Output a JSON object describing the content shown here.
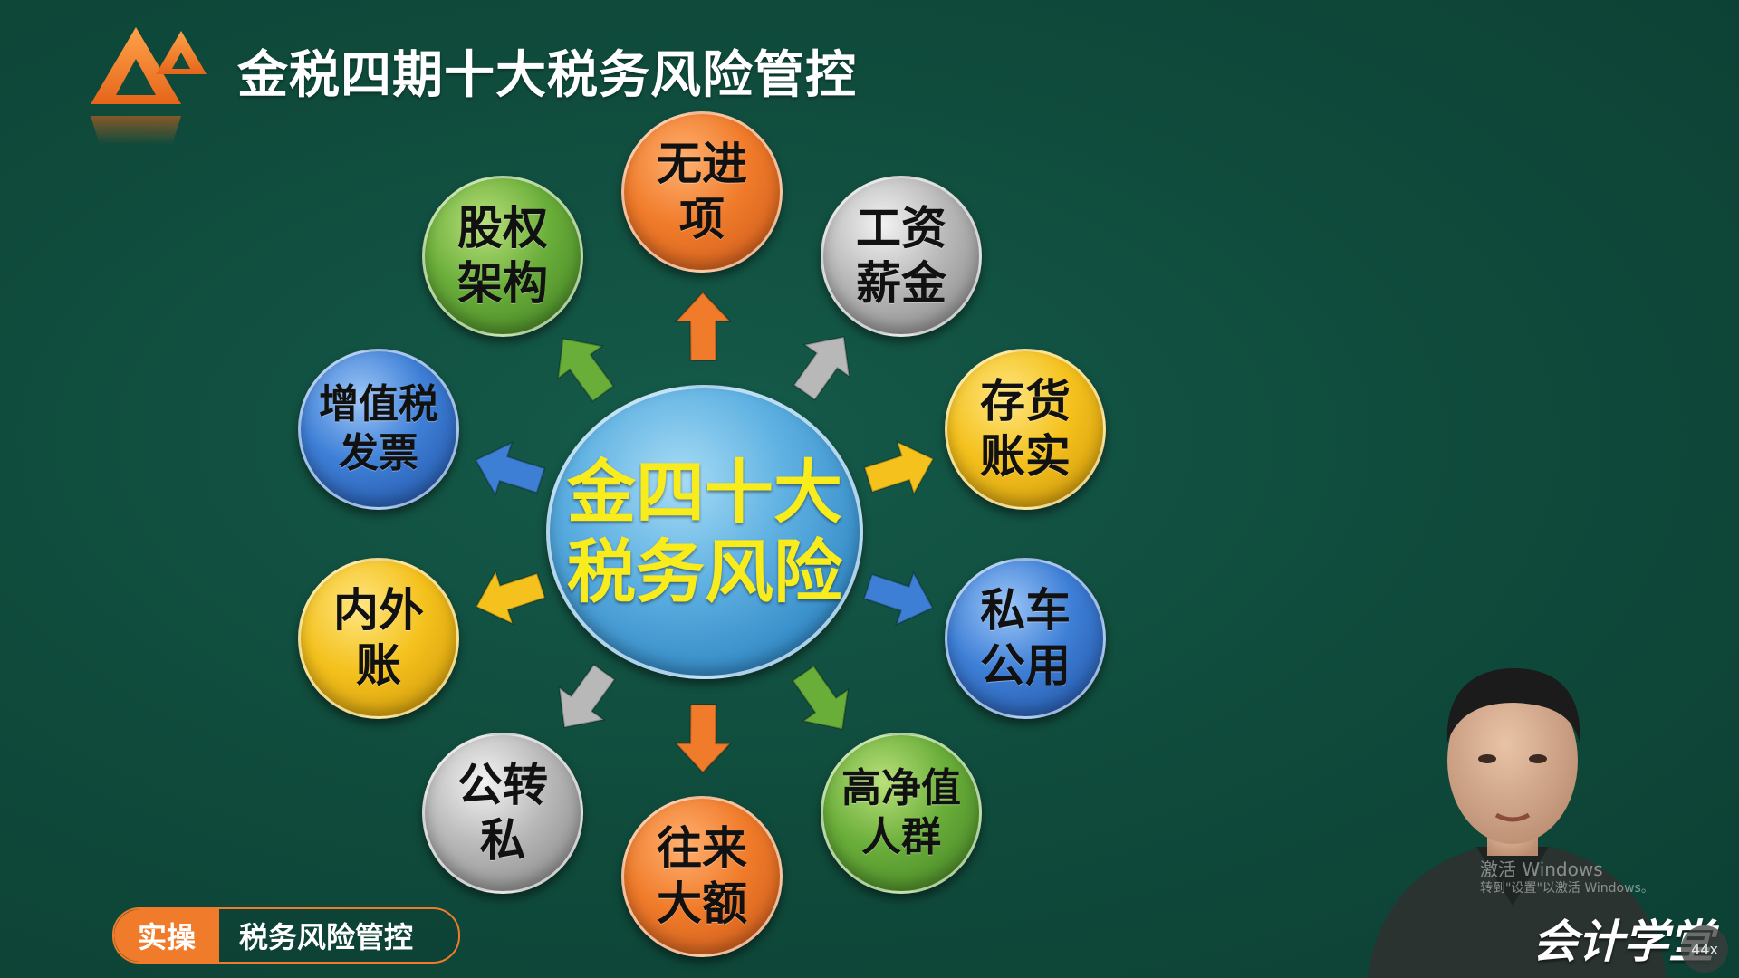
{
  "header": {
    "title": "金税四期十大税务风险管控"
  },
  "diagram": {
    "center": "金四十大\n税务风险",
    "nodes": [
      {
        "id": "top",
        "label": "无进\n项",
        "color": "orange"
      },
      {
        "id": "top-right",
        "label": "工资\n薪金",
        "color": "gray"
      },
      {
        "id": "right-upper",
        "label": "存货\n账实",
        "color": "yellow"
      },
      {
        "id": "right-lower",
        "label": "私车\n公用",
        "color": "blue"
      },
      {
        "id": "bottom-right",
        "label": "高净值\n人群",
        "color": "green"
      },
      {
        "id": "bottom",
        "label": "往来\n大额",
        "color": "orange"
      },
      {
        "id": "bottom-left",
        "label": "公转\n私",
        "color": "gray"
      },
      {
        "id": "left-lower",
        "label": "内外\n账",
        "color": "yellow"
      },
      {
        "id": "left-upper",
        "label": "增值税\n发票",
        "color": "blue"
      },
      {
        "id": "top-left",
        "label": "股权\n架构",
        "color": "green"
      }
    ],
    "arrow_colors": {
      "orange": "#f07b2a",
      "green": "#6aae3a",
      "gray": "#b8b8b8",
      "yellow": "#f4c11d",
      "blue": "#3e7fd6"
    }
  },
  "tag": {
    "badge": "实操",
    "text": "税务风险管控"
  },
  "overlay": {
    "brand": "会计学堂",
    "watermark_line1": "激活 Windows",
    "watermark_line2": "转到\"设置\"以激活 Windows。",
    "speed": "44x"
  },
  "colors": {
    "background": "#0f4a3b",
    "accent": "#f07b2a",
    "center_text": "#f8ec1d"
  }
}
